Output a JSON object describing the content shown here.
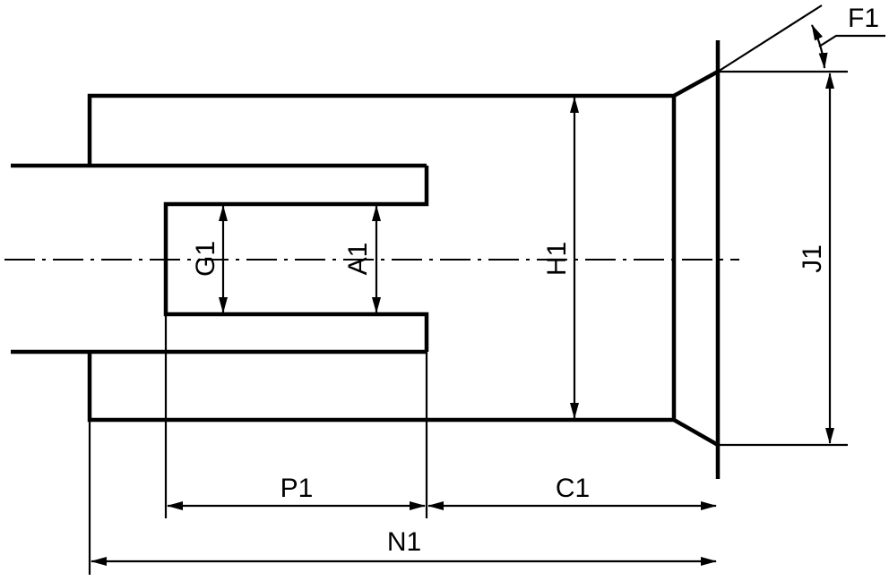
{
  "labels": {
    "F1": "F1",
    "J1": "J1",
    "H1": "H1",
    "A1": "A1",
    "G1": "G1",
    "P1": "P1",
    "C1": "C1",
    "N1": "N1"
  }
}
